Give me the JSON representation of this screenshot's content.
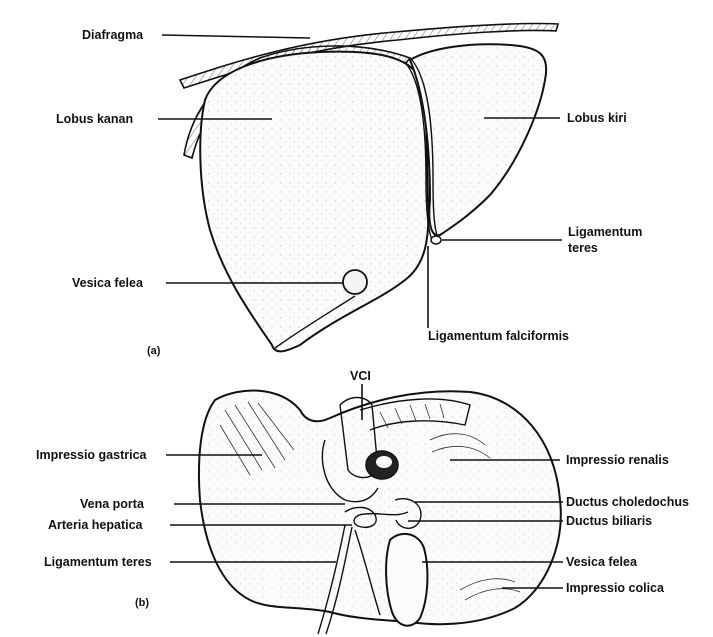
{
  "panel_a": {
    "tag": "(a)",
    "labels": {
      "diafragma": "Diafragma",
      "lobus_kanan": "Lobus kanan",
      "lobus_kiri": "Lobus kiri",
      "ligamentum_teres_line1": "Ligamentum",
      "ligamentum_teres_line2": "teres",
      "vesica_felea": "Vesica felea",
      "ligamentum_falciformis": "Ligamentum falciformis"
    }
  },
  "panel_b": {
    "tag": "(b)",
    "labels": {
      "vci": "VCI",
      "impressio_gastrica": "Impressio gastrica",
      "impressio_renalis": "Impressio renalis",
      "vena_porta": "Vena porta",
      "ductus_choledochus": "Ductus choledochus",
      "arteria_hepatica": "Arteria hepatica",
      "ductus_biliaris": "Ductus biliaris",
      "ligamentum_teres": "Ligamentum teres",
      "vesica_felea": "Vesica felea",
      "impressio_colica": "Impressio colica"
    }
  }
}
